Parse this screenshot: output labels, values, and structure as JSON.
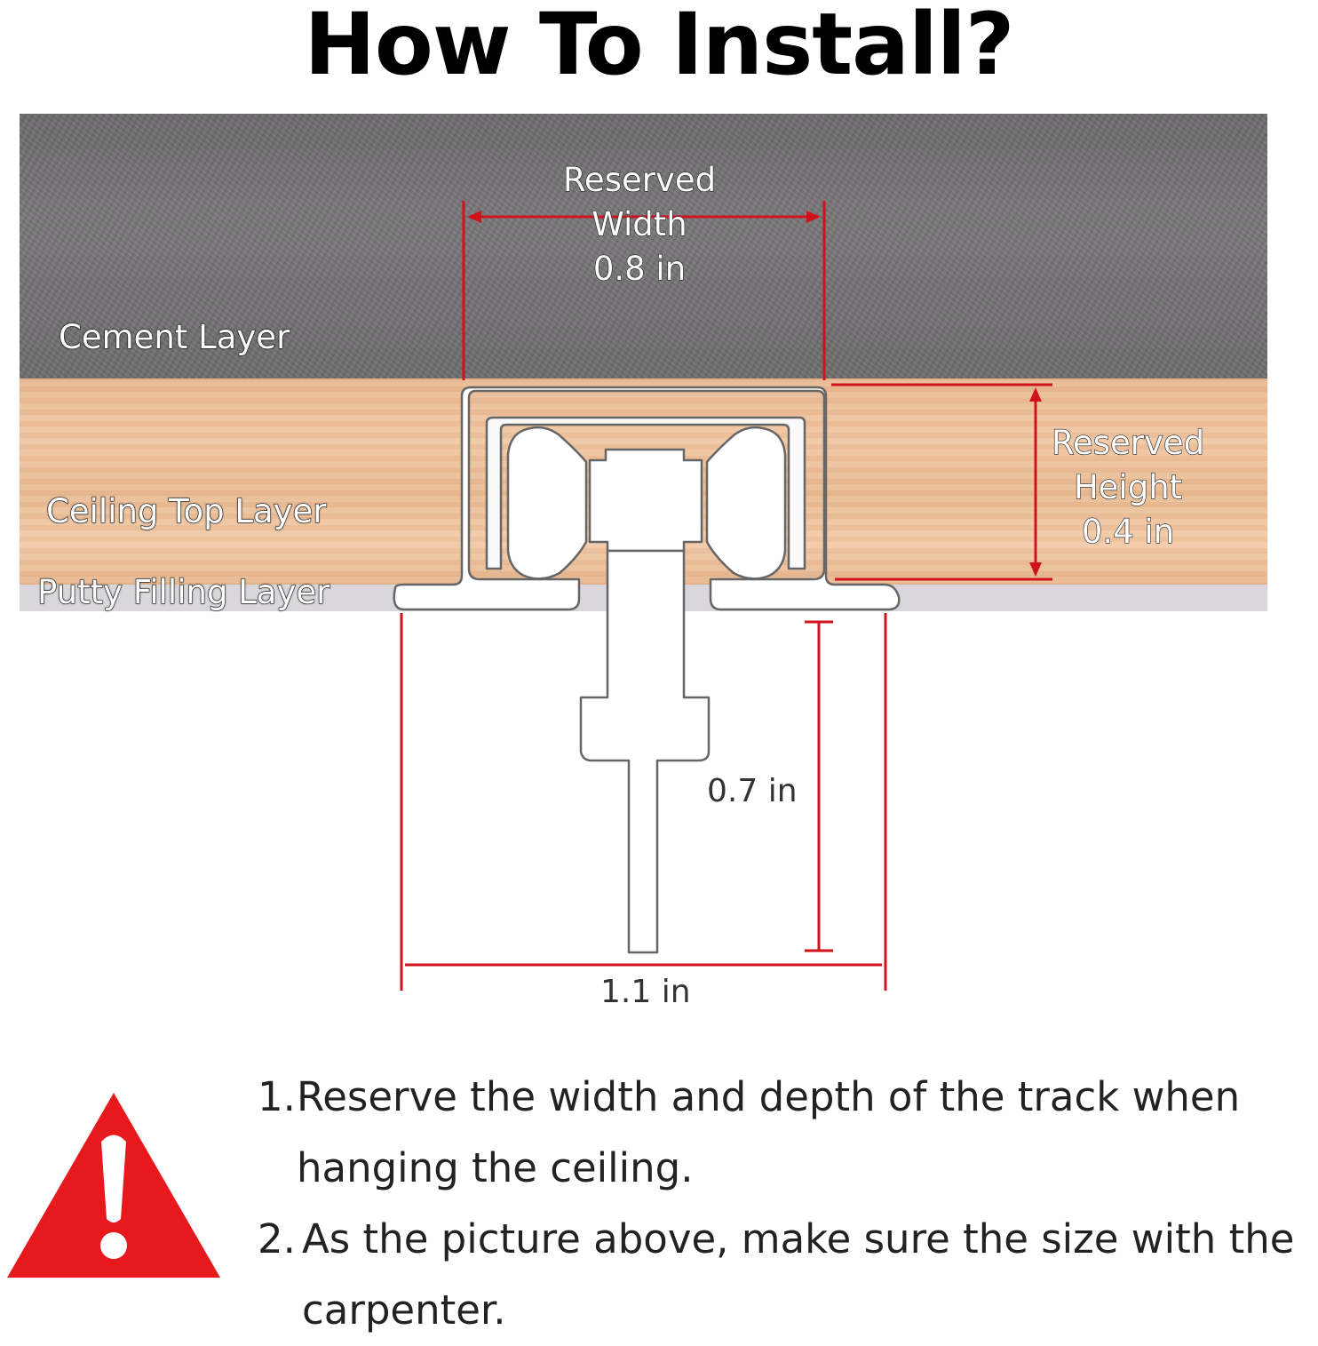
{
  "title": "How To Install?",
  "layers": {
    "cement": "Cement Layer",
    "ceiling_top": "Ceiling Top Layer",
    "putty": "Putty Filling Layer"
  },
  "dimensions": {
    "reserved_width": [
      "Reserved",
      "Width",
      "0.8 in"
    ],
    "reserved_height": [
      "Reserved",
      "Height",
      "0.4 in"
    ],
    "drop": "0.7 in",
    "overall_width": "1.1 in"
  },
  "notes": [
    {
      "num": "1.",
      "text": "Reserve the width and depth of the track when hanging the ceiling."
    },
    {
      "num": "2.",
      "text": "As the picture above, make sure the size with the carpenter."
    }
  ],
  "colors": {
    "dimension_line": "#d0121b",
    "warning": "#e8191d",
    "cement": "#6f6d6f",
    "wood": "#edc19c",
    "putty": "#d9d6dc"
  },
  "icons": {
    "warning": "warning-triangle-icon",
    "track": "ceiling-track-with-roller-icon"
  }
}
